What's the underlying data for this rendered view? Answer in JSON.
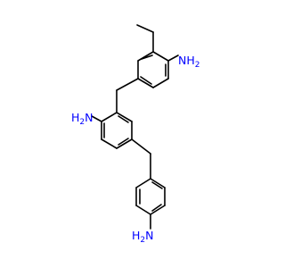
{
  "molecule": {
    "label_color": "#0000ff",
    "bond_color": "#000000",
    "labels": {
      "amine_top": "NH",
      "amine_top_sub": "2",
      "amine_middle_h": "H",
      "amine_middle_sub": "2",
      "amine_middle_n": "N",
      "amine_bottom_h": "H",
      "amine_bottom_sub": "2",
      "amine_bottom_n": "N"
    }
  }
}
